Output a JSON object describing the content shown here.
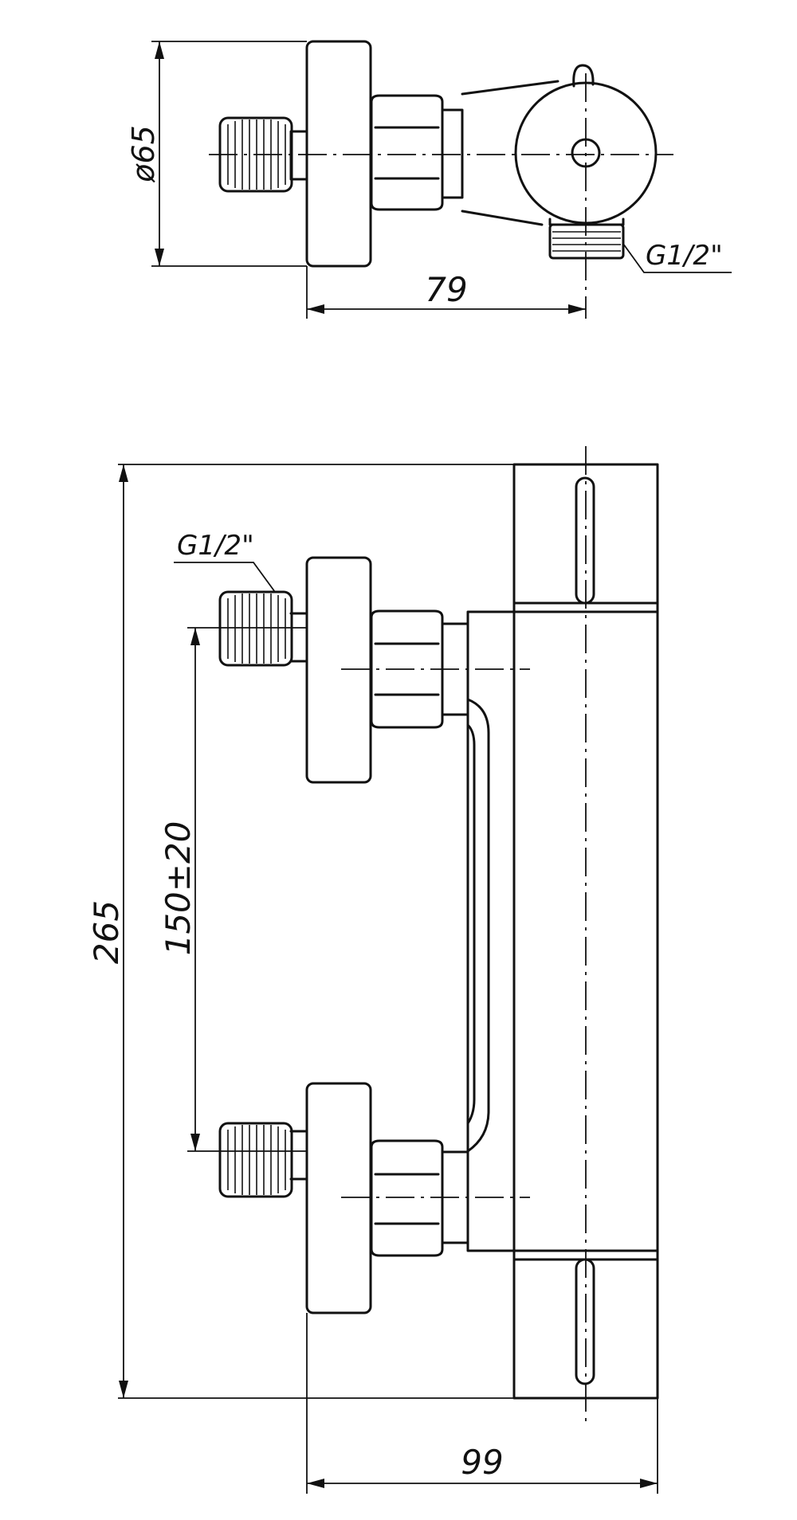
{
  "top_view": {
    "diameter_label": "ø65",
    "width_label": "79",
    "thread_label": "G1/2\""
  },
  "front_view": {
    "height_label": "265",
    "spacing_label": "150±20",
    "width_label": "99",
    "thread_label": "G1/2\""
  }
}
